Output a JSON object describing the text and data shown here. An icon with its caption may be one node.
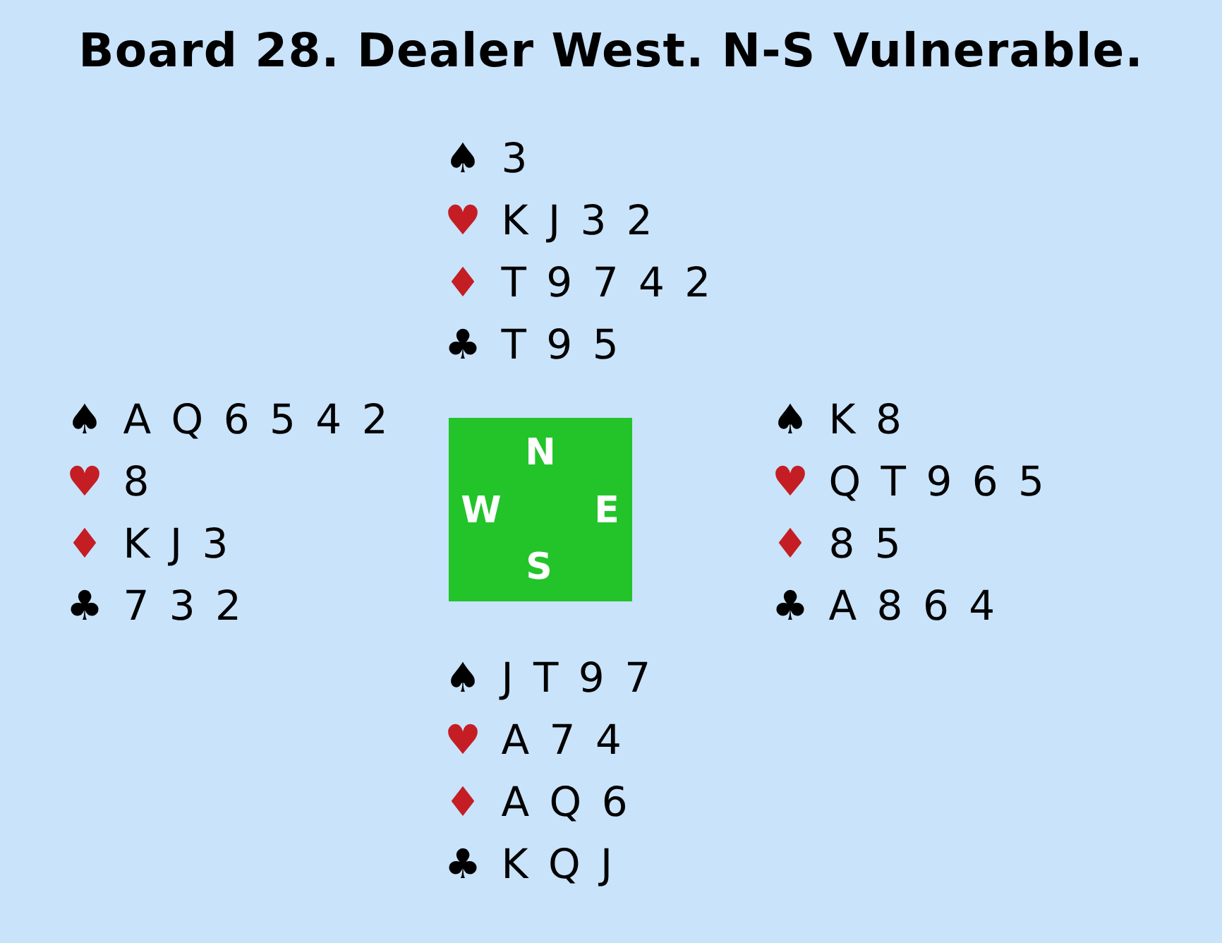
{
  "diagram": {
    "title": "Board 28. Dealer West. N-S Vulnerable.",
    "nodes": [
      {
        "text": [
          "N",
          "W",
          "E",
          "S"
        ]
      }
    ],
    "edges": [],
    "labels": [
      "♠ 3",
      "♥ K J 3 2",
      "♦ T 9 7 4 2",
      "♣ T 9 5",
      "♠ A Q 6 5 4 2",
      "♥ 8",
      "♦ K J 3",
      "♣ 7 3 2",
      "♠ K 8",
      "♥ Q T 9 6 5",
      "♦ 8 5",
      "♣ A 8 6 4",
      "♠ J T 9 7",
      "♥ A 7 4",
      "♦ A Q 6",
      "♣ K Q J"
    ]
  }
}
